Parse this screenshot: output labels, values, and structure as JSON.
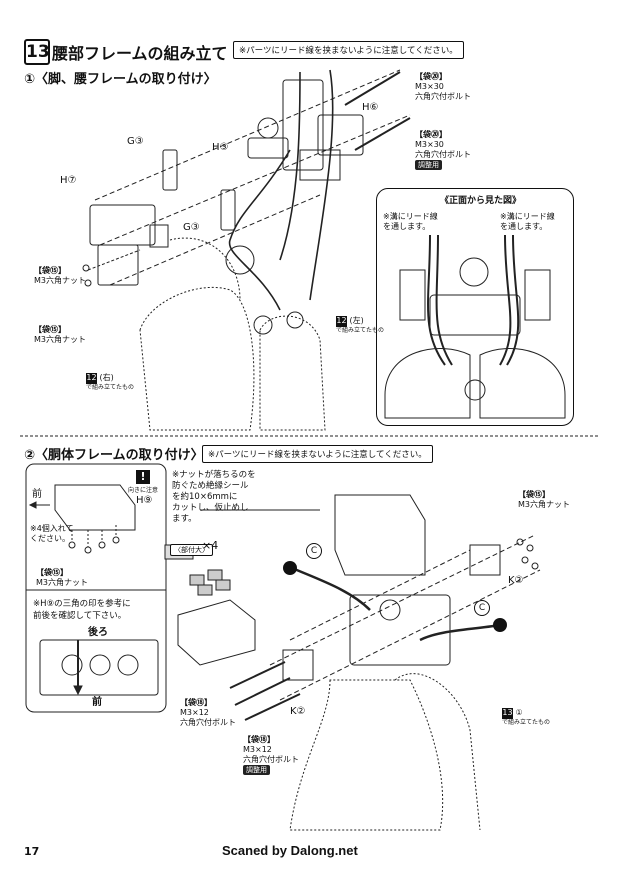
{
  "step": {
    "number": "13",
    "title": "腰部フレームの組み立て",
    "note1": "※パーツにリード線を挟まないように注意してください。"
  },
  "section1": {
    "heading": "①〈脚、腰フレームの取り付け〉",
    "labels": {
      "g3a": "G③",
      "g3b": "G③",
      "h3": "H③",
      "h6": "H⑥",
      "h7": "H⑦"
    },
    "bolt1": {
      "bag": "【袋⑳】",
      "size": "M3×30",
      "name": "六角穴付ボルト"
    },
    "bolt2": {
      "bag": "【袋⑳】",
      "size": "M3×30",
      "name": "六角穴付ボルト",
      "tag": "調整用"
    },
    "nut1": {
      "bag": "【袋⑮】",
      "name": "M3六角ナット"
    },
    "nut2": {
      "bag": "【袋⑮】",
      "name": "M3六角ナット"
    },
    "left_leg": {
      "num": "12",
      "side": "(左)",
      "sub": "で組み立てたもの"
    },
    "right_leg": {
      "num": "12",
      "side": "(右)",
      "sub": "で組み立てたもの"
    },
    "inset": {
      "title": "《正面から見た図》",
      "left_note_1": "※溝にリード線",
      "left_note_2": "を通します。",
      "right_note_1": "※溝にリード線",
      "right_note_2": "を通します。"
    }
  },
  "section2": {
    "heading": "②〈胴体フレームの取り付け〉",
    "note": "※パーツにリード線を挟まないように注意してください。",
    "warn_icon_label": "!",
    "warn_caption": "向きに注意",
    "front": "前",
    "h9": "H⑨",
    "insert4_1": "※4個入れて",
    "insert4_2": "ください。",
    "nut_small": {
      "bag": "【袋⑮】",
      "name": "M3六角ナット"
    },
    "h9note_1": "※H⑨の三角の印を参考に",
    "h9note_2": "前後を確認して下さい。",
    "back": "後ろ",
    "front2": "前",
    "seal_note_1": "※ナットが落ちるのを",
    "seal_note_2": "防ぐため絶縁シール",
    "seal_note_3": "を約10×6mmに",
    "seal_note_4": "カットし、仮止めし",
    "seal_note_5": "ます。",
    "seal_tag": "〈部付大〉",
    "seal_count": "×4",
    "nut_right": {
      "bag": "【袋⑮】",
      "name": "M3六角ナット"
    },
    "k2a": "K②",
    "k2b": "K②",
    "c1": "C",
    "c2": "C",
    "bolt1": {
      "bag": "【袋⑱】",
      "size": "M3×12",
      "name": "六角穴付ボルト"
    },
    "bolt2": {
      "bag": "【袋⑱】",
      "size": "M3×12",
      "name": "六角穴付ボルト",
      "tag": "調整用"
    },
    "ref13": {
      "num": "13",
      "circ": "①",
      "sub": "で組み立てたもの"
    }
  },
  "footer": {
    "page": "17",
    "credit": "Scaned by Dalong.net"
  }
}
